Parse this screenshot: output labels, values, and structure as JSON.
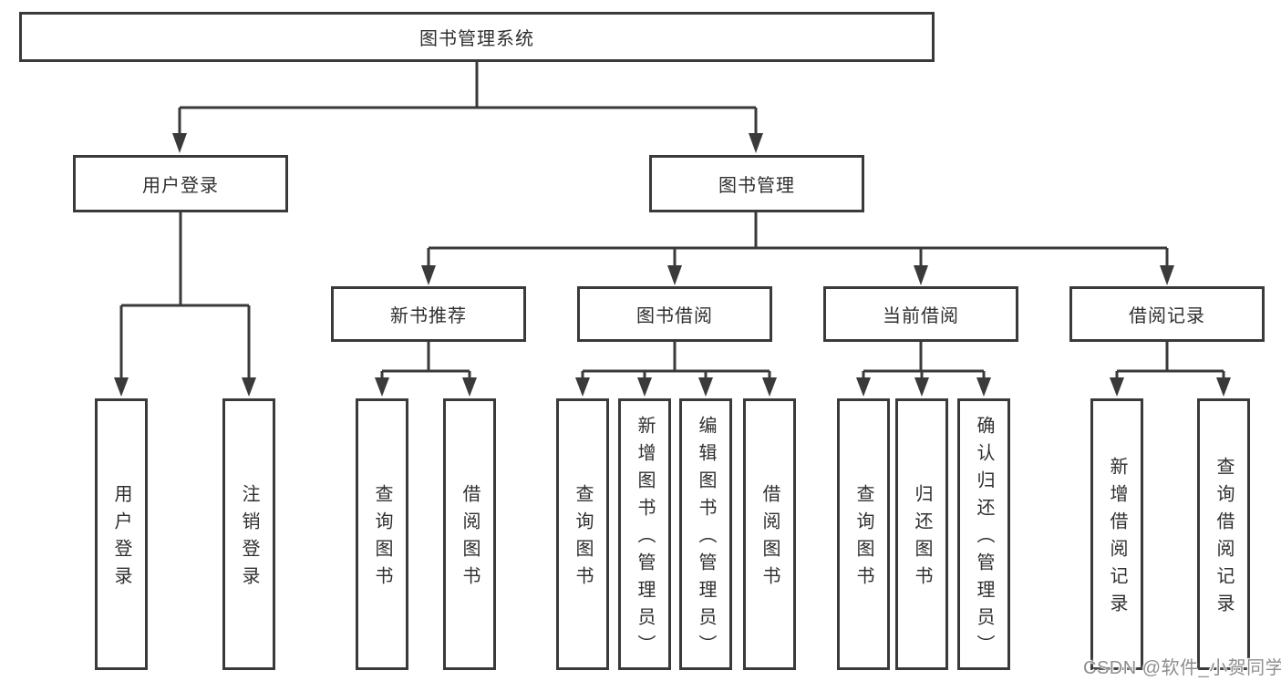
{
  "page": {
    "background": "#ffffff",
    "watermark": "CSDN @软件_小贺同学"
  },
  "palette": {
    "line_color": "#3a3a3a",
    "box_border_color": "#3a3a3a",
    "text_color": "#2f2f2f",
    "watermark_color": "#8f8f8f"
  },
  "tree": {
    "root": {
      "label": "图书管理系统"
    },
    "level2": [
      {
        "label": "用户登录"
      },
      {
        "label": "图书管理"
      }
    ],
    "level3": [
      {
        "label": "新书推荐"
      },
      {
        "label": "图书借阅"
      },
      {
        "label": "当前借阅"
      },
      {
        "label": "借阅记录"
      }
    ],
    "leaves": {
      "user_login": [
        {
          "label": "用户登录"
        },
        {
          "label": "注销登录"
        }
      ],
      "new_book": [
        {
          "label": "查询图书"
        },
        {
          "label": "借阅图书"
        }
      ],
      "book_borrow": [
        {
          "label": "查询图书"
        },
        {
          "label": "新增图书（管理员）"
        },
        {
          "label": "编辑图书（管理员）"
        },
        {
          "label": "借阅图书"
        }
      ],
      "current_borrow": [
        {
          "label": "查询图书"
        },
        {
          "label": "归还图书"
        },
        {
          "label": "确认归还（管理员）"
        }
      ],
      "borrow_record": [
        {
          "label": "新增借阅记录"
        },
        {
          "label": "查询借阅记录"
        }
      ]
    }
  }
}
